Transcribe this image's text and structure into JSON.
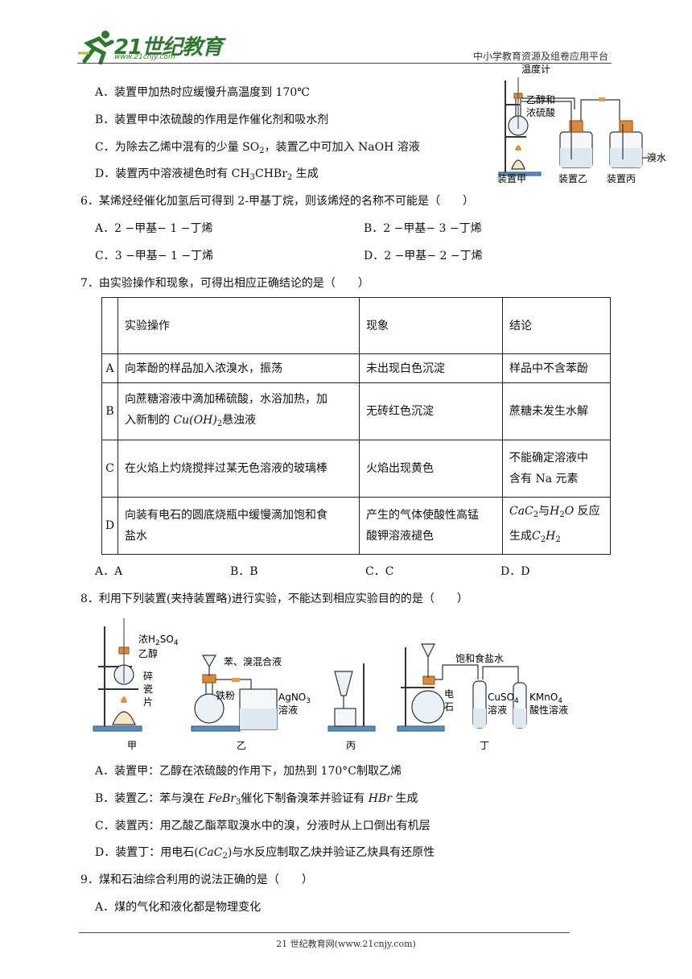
{
  "header": {
    "logo_text": "21世纪教育",
    "logo_url": "www.21cnjy.com",
    "right": "中小学教育资源及组卷应用平台"
  },
  "q5": {
    "optA": "A．装置甲加热时应缓慢升高温度到 170℃",
    "optB": "B．装置甲中浓硫酸的作用是作催化剂和吸水剂",
    "optC_pre": "C．为除去乙烯中混有的少量 SO",
    "optC_sub": "2",
    "optC_post": "，装置乙中可加入 NaOH 溶液",
    "optD_pre": "D．装置丙中溶液褪色时有 CH",
    "optD_sub1": "3",
    "optD_mid": "CHBr",
    "optD_sub2": "2",
    "optD_post": " 生成",
    "figure": {
      "thermometer": "温度计",
      "reagent1": "乙醇和",
      "reagent2": "浓硫酸",
      "bromine": "溴水",
      "jia": "装置甲",
      "yi": "装置乙",
      "bing": "装置丙"
    }
  },
  "q6": {
    "stem": "6．某烯烃经催化加氢后可得到 2-甲基丁烷，则该烯烃的名称不可能是（　　）",
    "A": "A．2 −甲基− 1 −丁烯",
    "B": "B．2 −甲基− 3 −丁烯",
    "C": "C．3 −甲基− 1 −丁烯",
    "D": "D．2 −甲基− 2 −丁烯"
  },
  "q7": {
    "stem": "7．由实验操作和现象，可得出相应正确结论的是（　　）",
    "headers": [
      "实验操作",
      "现象",
      "结论"
    ],
    "rowA": {
      "label": "A",
      "op": "向苯酚的样品加入浓溴水，振荡",
      "ph": "未出现白色沉淀",
      "co": "样品中不含苯酚"
    },
    "rowB": {
      "label": "B",
      "op1": "向蔗糖溶液中滴加稀硫酸，水浴加热，加",
      "op2_pre": "入新制的 ",
      "op2_formula": "Cu(OH)",
      "op2_sub": "2",
      "op2_post": "悬浊液",
      "ph": "无砖红色沉淀",
      "co": "蔗糖未发生水解"
    },
    "rowC": {
      "label": "C",
      "op": "在火焰上灼烧搅拌过某无色溶液的玻璃棒",
      "ph": "火焰出现黄色",
      "co1": "不能确定溶液中",
      "co2": "含有 Na 元素"
    },
    "rowD": {
      "label": "D",
      "op1": "向装有电石的圆底烧瓶中缓慢滴加饱和食",
      "op2": "盐水",
      "ph1": "产生的气体使酸性高锰",
      "ph2": "酸钾溶液褪色",
      "co1_f1": "CaC",
      "co1_s1": "2",
      "co1_mid": "与",
      "co1_f2": "H",
      "co1_s2": "2",
      "co1_f3": "O",
      "co1_post": " 反应",
      "co2_pre": "生成",
      "co2_f1": "C",
      "co2_s1": "2",
      "co2_f2": "H",
      "co2_s2": "2"
    },
    "answers": [
      "A．A",
      "B．B",
      "C．C",
      "D．D"
    ]
  },
  "q8": {
    "stem": "8．利用下列装置(夹持装置略)进行实验，不能达到相应实验目的的是（　　）",
    "figure": {
      "conc": "浓H",
      "conc_sub1": "2",
      "conc_mid": "SO",
      "conc_sub2": "4",
      "ethanol": "乙醇",
      "ci": "碎",
      "ci2": "瓷",
      "ci3": "片",
      "benzene": "苯、溴混合液",
      "iron": "铁粉",
      "agno3_1": "AgNO",
      "agno3_sub": "3",
      "agno3_2": "溶液",
      "brine": "饱和食盐水",
      "dian": "电",
      "shi": "石",
      "cuso4_1": "CuSO",
      "cuso4_sub": "4",
      "cuso4_2": "溶液",
      "kmno4_1": "KMnO",
      "kmno4_sub": "4",
      "kmno4_2": "酸性溶液",
      "l_jia": "甲",
      "l_yi": "乙",
      "l_bing": "丙",
      "l_ding": "丁"
    },
    "A": "A．装置甲：乙醇在浓硫酸的作用下，加热到 170°C制取乙烯",
    "B_pre": "B．装置乙：苯与溴在 ",
    "B_f1": "FeBr",
    "B_s1": "3",
    "B_mid": "催化下制备溴苯并验证有 ",
    "B_f2": "HBr",
    "B_post": " 生成",
    "C": "C．装置丙：用乙酸乙酯萃取溴水中的溴，分液时从上口倒出有机层",
    "D_pre": "D．装置丁：用电石(",
    "D_f": "CaC",
    "D_s": "2",
    "D_post": ")与水反应制取乙炔并验证乙炔具有还原性"
  },
  "q9": {
    "stem": "9．煤和石油综合利用的说法正确的是（　　）",
    "A": "A．煤的气化和液化都是物理变化"
  },
  "footer": "21 世纪教育网(www.21cnjy.com)"
}
